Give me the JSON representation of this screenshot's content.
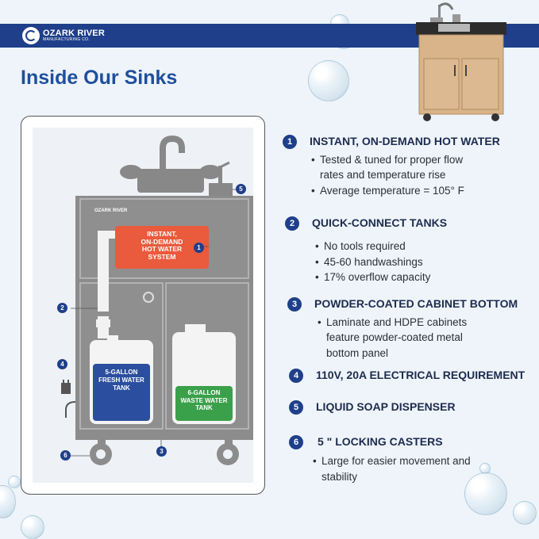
{
  "logo": {
    "name": "OZARK RIVER",
    "sub": "MANUFACTURING CO."
  },
  "title": "Inside Our Sinks",
  "diagram": {
    "logo_text": "OZARK RIVER",
    "heater_label": [
      "INSTANT,",
      "ON-DEMAND",
      "HOT WATER",
      "SYSTEM"
    ],
    "fresh_tank_label": [
      "5-GALLON",
      "FRESH WATER",
      "TANK"
    ],
    "waste_tank_label": [
      "6-GALLON",
      "WASTE WATER",
      "TANK"
    ],
    "markers": [
      "1",
      "2",
      "3",
      "4",
      "5",
      "6"
    ]
  },
  "features": [
    {
      "num": "1",
      "title": "INSTANT, ON-DEMAND HOT WATER",
      "bullets": [
        [
          "Tested & tuned for proper flow",
          "rates and temperature rise"
        ],
        [
          "Average temperature = 105° F"
        ]
      ]
    },
    {
      "num": "2",
      "title": "QUICK-CONNECT TANKS",
      "bullets": [
        [
          "No tools required"
        ],
        [
          "45-60 handwashings"
        ],
        [
          "17% overflow capacity"
        ]
      ]
    },
    {
      "num": "3",
      "title": "POWDER-COATED CABINET BOTTOM",
      "bullets": [
        [
          "Laminate and HDPE cabinets",
          "feature powder-coated metal",
          "bottom panel"
        ]
      ]
    },
    {
      "num": "4",
      "title": "110V, 20A ELECTRICAL REQUIREMENT",
      "bullets": []
    },
    {
      "num": "5",
      "title": "LIQUID SOAP DISPENSER",
      "bullets": []
    },
    {
      "num": "6",
      "title": "5 \" LOCKING CASTERS",
      "bullets": [
        [
          "Large for easier movement and",
          "stability"
        ]
      ]
    }
  ],
  "colors": {
    "brand_blue": "#1f3f8a",
    "title_blue": "#1f4f9e",
    "heater_red": "#ea5a3c",
    "fresh_blue": "#2b4f9e",
    "waste_green": "#3aa04a",
    "cabinet_tan": "#d9b48a"
  }
}
